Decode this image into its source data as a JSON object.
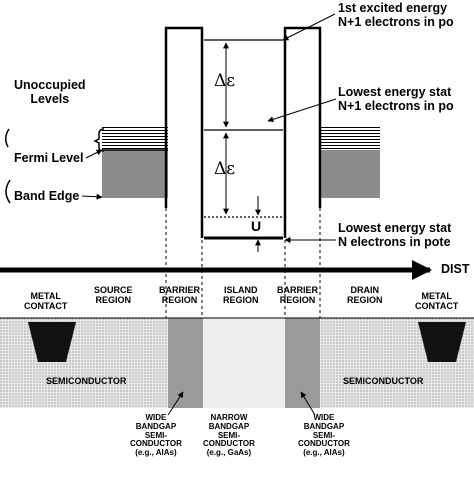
{
  "energy": {
    "excited_level": "1st excited energy\nN+1 electrons in po",
    "lowest_n1": "Lowest energy stat\nN+1 electrons in po",
    "lowest_n": "Lowest energy stat\nN electrons in pote",
    "unoccupied": "Unoccupied\nLevels",
    "fermi": "Fermi Level",
    "band_edge": "Band Edge",
    "delta_e": "Δε",
    "u": "U",
    "distance": "DIST"
  },
  "regions": {
    "metal_contact_left": "METAL\nCONTACT",
    "source": "SOURCE\nREGION",
    "barrier_left": "BARRIER\nREGION",
    "island": "ISLAND\nREGION",
    "barrier_right": "BARRIER\nREGION",
    "drain": "DRAIN\nREGION",
    "metal_contact_right": "METAL\nCONTACT"
  },
  "materials": {
    "semiconductor_left": "SEMICONDUCTOR",
    "semiconductor_right": "SEMICONDUCTOR",
    "wide_left": "WIDE\nBANDGAP\nSEMI-\nCONDUCTOR\n(e.g., AlAs)",
    "narrow": "NARROW\nBANDGAP\nSEMI-\nCONDUCTOR\n(e.g., GaAs)",
    "wide_right": "WIDE\nBANDGAP\nSEMI-\nCONDUCTOR\n(e.g., AlAs)"
  },
  "colors": {
    "line": "#000000",
    "semiconductor_fill": "#dcdcdc",
    "barrier_fill": "#9a9a9a",
    "island_fill": "#eeeeee",
    "metal_fill": "#111111"
  }
}
